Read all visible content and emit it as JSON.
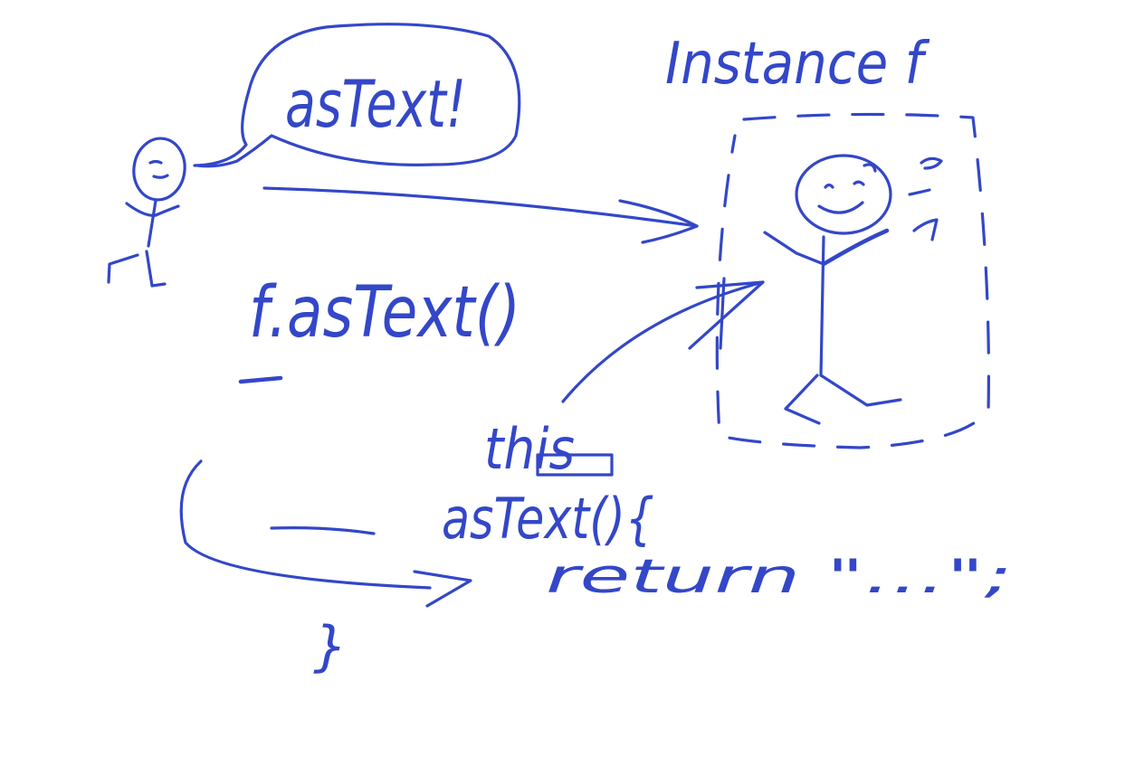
{
  "ink": {
    "color": "#3347c8",
    "background": "#ffffff"
  },
  "labels": {
    "instance_title": "Instance f",
    "speech": "asText!",
    "call": "f.asText()",
    "this_label": "this",
    "method": "asText(){",
    "return_line": "return \"…\";",
    "close_brace": "}"
  }
}
